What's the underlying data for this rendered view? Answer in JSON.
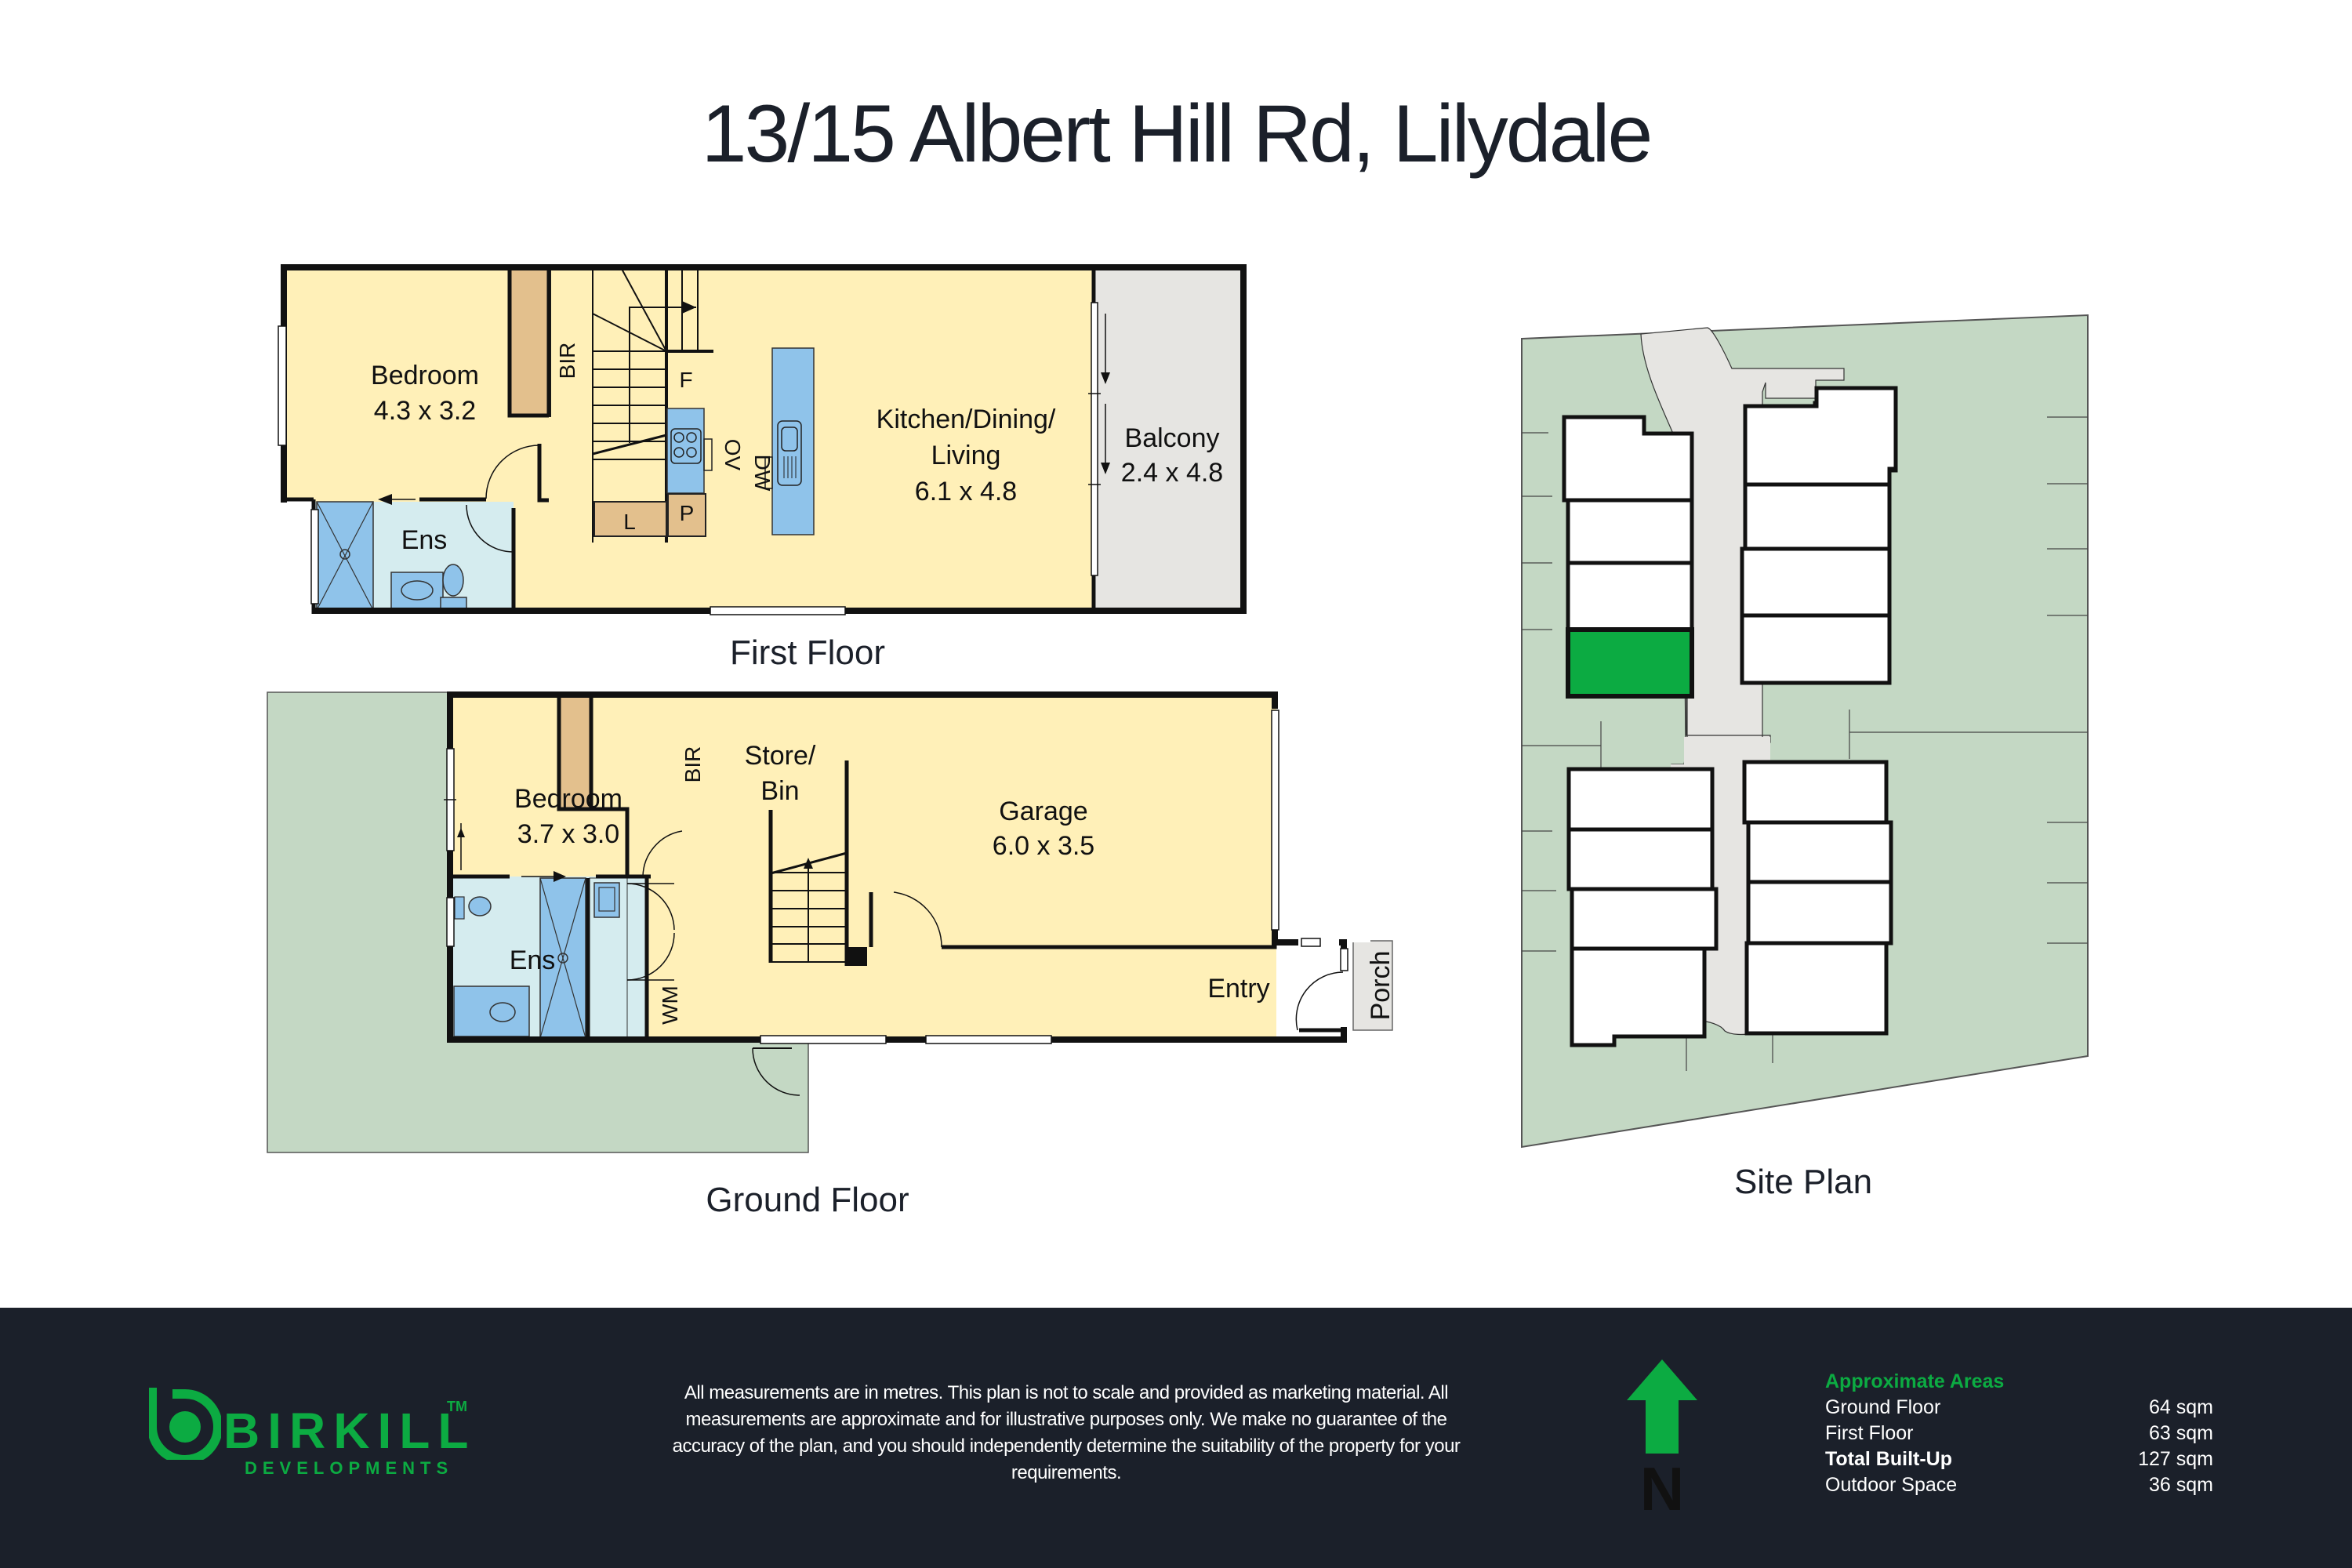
{
  "title": "13/15 Albert Hill Rd, Lilydale",
  "first_floor": {
    "caption": "First Floor",
    "rooms": {
      "bedroom": {
        "name": "Bedroom",
        "dims": "4.3 x 3.2"
      },
      "bir": "BIR",
      "ens": "Ens",
      "kitchen": {
        "name_line1": "Kitchen/Dining/",
        "name_line2": "Living",
        "dims": "6.1 x 4.8"
      },
      "balcony": {
        "name": "Balcony",
        "dims": "2.4 x 4.8"
      },
      "fridge": "F",
      "oven": "OV",
      "dishwasher": "DW",
      "laundry": "L",
      "pantry": "P"
    }
  },
  "ground_floor": {
    "caption": "Ground Floor",
    "rooms": {
      "bedroom": {
        "name": "Bedroom",
        "dims": "3.7 x 3.0"
      },
      "bir": "BIR",
      "store": {
        "line1": "Store/",
        "line2": "Bin"
      },
      "garage": {
        "name": "Garage",
        "dims": "6.0 x 3.5"
      },
      "ens": "Ens",
      "wm": "WM",
      "entry": "Entry",
      "porch": "Porch"
    }
  },
  "site_plan": {
    "caption": "Site Plan",
    "highlight_color": "#0cab42"
  },
  "colors": {
    "room_fill": "#fff0b8",
    "wet_fill": "#d5ecef",
    "fixture_fill": "#8fc3ea",
    "joinery_fill": "#e3c08d",
    "outdoor_green": "#c4d8c4",
    "balcony_grey": "#e6e5e2",
    "footer_bg": "#1b202a",
    "brand_green": "#0cab42"
  },
  "footer": {
    "logo": {
      "name": "BIRKILL",
      "tm": "TM",
      "sub": "DEVELOPMENTS"
    },
    "disclaimer": "All measurements are in metres. This plan is not to scale and provided as marketing material. All measurements are approximate and for illustrative purposes only. We make no guarantee of the accuracy of the plan, and you should independently determine the suitability of the property for your requirements.",
    "north_label": "N",
    "areas": {
      "heading": "Approximate Areas",
      "rows": [
        {
          "label": "Ground Floor",
          "value": "64 sqm"
        },
        {
          "label": "First Floor",
          "value": "63 sqm"
        },
        {
          "label": "Total Built-Up",
          "value": "127 sqm"
        },
        {
          "label": "Outdoor Space",
          "value": "36 sqm"
        }
      ]
    }
  }
}
